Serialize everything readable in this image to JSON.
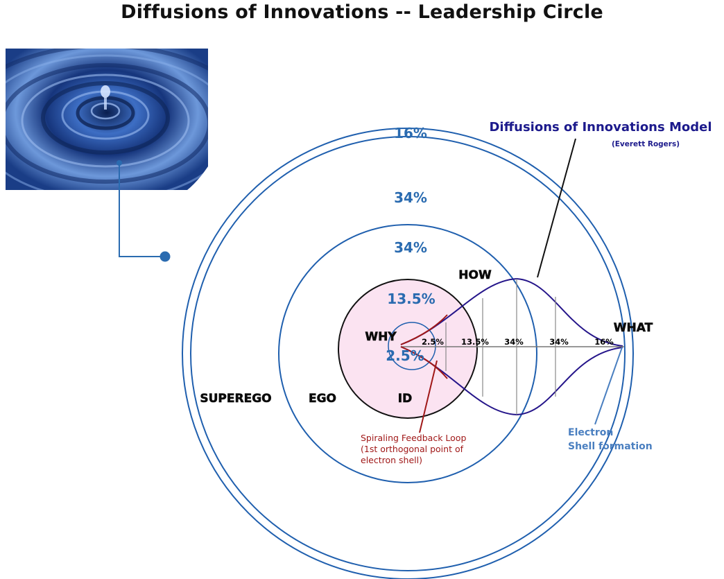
{
  "title": "Diffusions of Innovations -- Leadership Circle",
  "model": {
    "title": "Diffusions of Innovations Model",
    "author": "(Everett Rogers)"
  },
  "rings": {
    "outer_pct": "16%",
    "ring2_pct": "34%",
    "ring3_pct": "34%",
    "ring4_pct": "13.5%",
    "core_pct": "2.5%"
  },
  "layers": {
    "superego": "SUPEREGO",
    "ego": "EGO",
    "id": "ID",
    "why": "WHY",
    "how": "HOW",
    "what": "WHAT"
  },
  "axis_labels": [
    "2.5%",
    "13.5%",
    "34%",
    "34%",
    "16%"
  ],
  "annotations": {
    "feedback_line1": "Spiraling Feedback Loop",
    "feedback_line2": "(1st orthogonal point of",
    "feedback_line3": "electron shell)",
    "electron_line1": "Electron",
    "electron_line2": "Shell formation"
  },
  "colors": {
    "ring_blue": "#1f5fae",
    "curve_navy": "#25158a",
    "feedback_red": "#a01818",
    "id_fill": "#fbe3f1",
    "percent_blue": "#2a6bb0"
  }
}
